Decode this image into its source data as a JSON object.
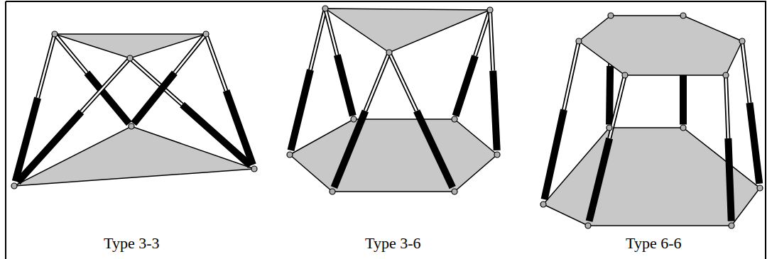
{
  "diagram": {
    "labels": [
      "Type 3-3",
      "Type 3-6",
      "Type 6-6"
    ]
  }
}
